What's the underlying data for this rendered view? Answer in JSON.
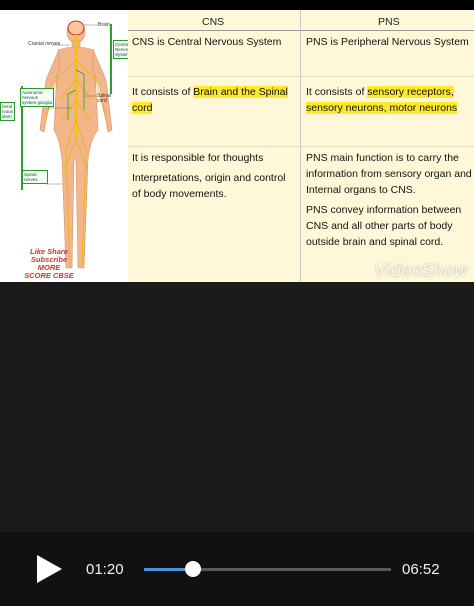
{
  "video": {
    "diagram": {
      "labels": {
        "cranial_nerves": "Cranial nerves",
        "brain": "Brain",
        "spinal_cord": "Spinal cord",
        "autonomic": "Autonomic nervous system ganglia",
        "spinal_nerves": "Spinal nerves",
        "cns_box": "Central Nervous System",
        "pns_box": "heral rvous stem"
      },
      "promo_lines": [
        "Like Share",
        "Subscribe",
        "MORE",
        "SCORE CBSE"
      ]
    },
    "table": {
      "headers": {
        "left": "CNS",
        "right": "PNS"
      },
      "rows": [
        {
          "cns": [
            "CNS is Central Nervous System"
          ],
          "pns": [
            "PNS is Peripheral Nervous System"
          ]
        },
        {
          "cns_prefix": "It consists of ",
          "cns_highlight": "Brain and the Spinal cord",
          "pns_prefix": "It consists of ",
          "pns_highlight": "sensory receptors, sensory neurons, motor neurons"
        },
        {
          "cns": [
            "It is responsible for thoughts",
            "Interpretations, origin and control of body movements."
          ],
          "pns": [
            "PNS main function is to carry the information from sensory organ and Internal organs to CNS.",
            "PNS convey information between CNS and all other parts of body outside brain and spinal cord."
          ]
        }
      ]
    },
    "watermark": "VideoShow"
  },
  "player": {
    "elapsed": "01:20",
    "duration": "06:52",
    "progress_fraction": 0.2,
    "play_icon": "play-icon"
  }
}
